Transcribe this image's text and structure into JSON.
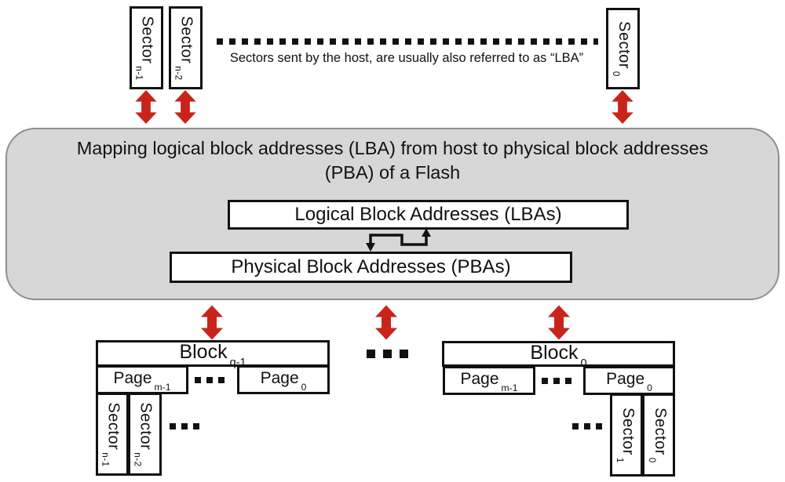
{
  "colors": {
    "accent_red": "#c8241a",
    "panel_fill": "#d7d7d7",
    "panel_border": "#8f8f8f",
    "ink": "#111111"
  },
  "host_row": {
    "sectors": [
      {
        "name": "Sector",
        "sub": "n-1"
      },
      {
        "name": "Sector",
        "sub": "n-2"
      },
      {
        "name": "Sector",
        "sub": "0"
      }
    ],
    "caption": "Sectors sent by the host, are usually also referred to as “LBA”"
  },
  "panel": {
    "title_line1": "Mapping logical block addresses (LBA) from host to physical block addresses",
    "title_line2": "(PBA) of a Flash",
    "lba_label": "Logical Block Addresses (LBAs)",
    "pba_label": "Physical Block Addresses (PBAs)"
  },
  "blocks": {
    "left": {
      "block": {
        "name": "Block",
        "sub": "q-1"
      },
      "pages": [
        {
          "name": "Page",
          "sub": "m-1"
        },
        {
          "name": "Page",
          "sub": "0"
        }
      ],
      "sectors": [
        {
          "name": "Sector",
          "sub": "n-1"
        },
        {
          "name": "Sector",
          "sub": "n-2"
        }
      ]
    },
    "right": {
      "block": {
        "name": "Block",
        "sub": "0"
      },
      "pages": [
        {
          "name": "Page",
          "sub": "m-1"
        },
        {
          "name": "Page",
          "sub": "0"
        }
      ],
      "sectors": [
        {
          "name": "Sector",
          "sub": "1"
        },
        {
          "name": "Sector",
          "sub": "0"
        }
      ]
    }
  }
}
